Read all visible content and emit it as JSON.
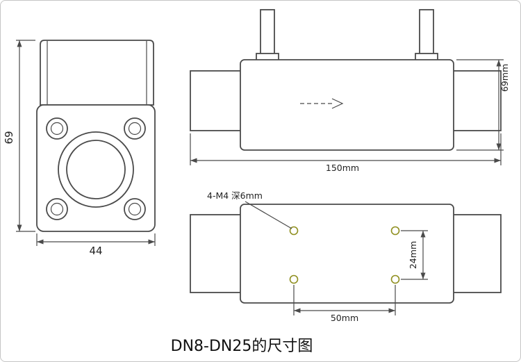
{
  "page": {
    "caption": "DN8-DN25的尺寸图",
    "background_color": "#ffffff",
    "border_color": "#c4c4c4"
  },
  "colors": {
    "outline": "#4a4a4a",
    "dimension": "#4a4a4a",
    "text": "#222222",
    "hole_accent": "#8f8f1f"
  },
  "front_view": {
    "height_dim": "69",
    "width_dim": "44"
  },
  "side_view": {
    "length_dim": "150mm",
    "height_dim": "69mm"
  },
  "bottom_view": {
    "thread_note": "4-M4 深6mm",
    "vertical_spacing_dim": "24mm",
    "horizontal_spacing_dim": "50mm"
  }
}
